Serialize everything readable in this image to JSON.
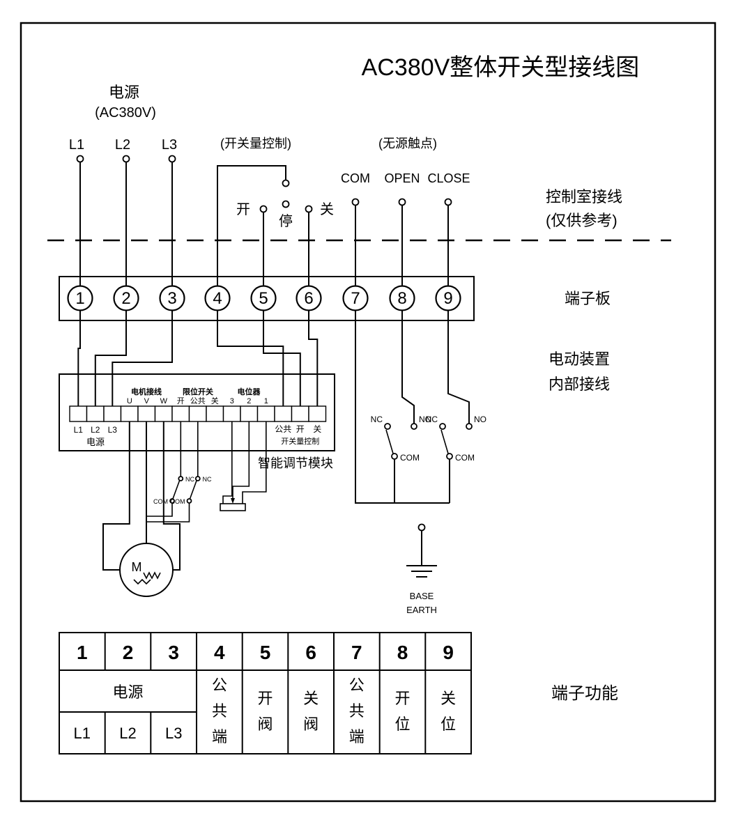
{
  "title": "AC380V整体开关型接线图",
  "power_source": {
    "label": "电源",
    "voltage": "(AC380V)",
    "l1": "L1",
    "l2": "L2",
    "l3": "L3"
  },
  "switch_control": {
    "caption": "(开关量控制)",
    "open": "开",
    "stop": "停",
    "close": "关"
  },
  "passive_contact": {
    "caption": "(无源触点)",
    "com": "COM",
    "open": "OPEN",
    "close": "CLOSE"
  },
  "notes": {
    "control_room_line1": "控制室接线",
    "control_room_line2": "(仅供参考)",
    "terminal_board": "端子板",
    "internal_line1": "电动装置",
    "internal_line2": "内部接线",
    "module_name": "智能调节模块",
    "terminal_function": "端子功能"
  },
  "terminal_board": {
    "numbers": [
      "1",
      "2",
      "3",
      "4",
      "5",
      "6",
      "7",
      "8",
      "9"
    ]
  },
  "module": {
    "group_motor": "电机接线",
    "group_limit": "限位开关",
    "group_pot": "电位器",
    "pins_top": [
      "U",
      "V",
      "W",
      "开",
      "公共",
      "关",
      "3",
      "2",
      "1"
    ],
    "pins_bottom_left": [
      "L1",
      "L2",
      "L3"
    ],
    "bottom_left_label": "电源",
    "pins_bottom_right": [
      "公共",
      "开",
      "关"
    ],
    "bottom_right_label": "开关量控制"
  },
  "contacts": {
    "nc": "NC",
    "no": "NO",
    "com": "COM"
  },
  "motor_label": "M",
  "ground": {
    "line1": "BASE",
    "line2": "EARTH"
  },
  "function_table": {
    "numbers": [
      "1",
      "2",
      "3",
      "4",
      "5",
      "6",
      "7",
      "8",
      "9"
    ],
    "power_label": "电源",
    "power_lines": [
      "L1",
      "L2",
      "L3"
    ],
    "functions": [
      "公共端",
      "开阀",
      "关阀",
      "公共端",
      "开位",
      "关位"
    ]
  }
}
